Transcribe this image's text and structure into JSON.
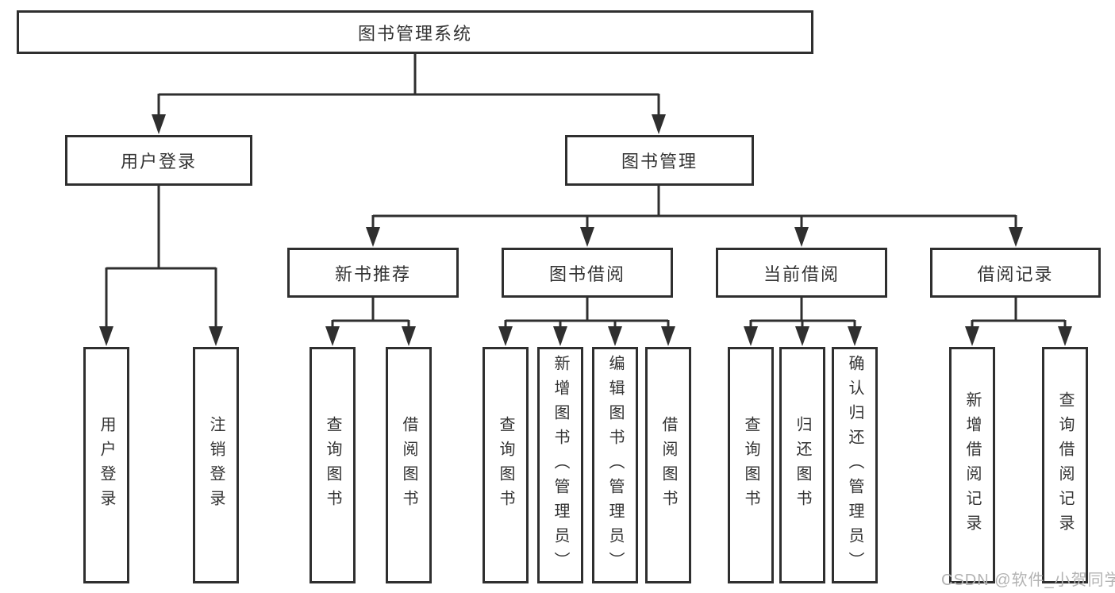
{
  "diagram": {
    "root": {
      "label": "图书管理系统",
      "children": [
        {
          "label": "用户登录",
          "children": [
            {
              "label": "用户登录"
            },
            {
              "label": "注销登录"
            }
          ]
        },
        {
          "label": "图书管理",
          "children": [
            {
              "label": "新书推荐",
              "children": [
                {
                  "label": "查询图书"
                },
                {
                  "label": "借阅图书"
                }
              ]
            },
            {
              "label": "图书借阅",
              "children": [
                {
                  "label": "查询图书"
                },
                {
                  "label": "新增图书（管理员）"
                },
                {
                  "label": "编辑图书（管理员）"
                },
                {
                  "label": "借阅图书"
                }
              ]
            },
            {
              "label": "当前借阅",
              "children": [
                {
                  "label": "查询图书"
                },
                {
                  "label": "归还图书"
                },
                {
                  "label": "确认归还（管理员）"
                }
              ]
            },
            {
              "label": "借阅记录",
              "children": [
                {
                  "label": "新增借阅记录"
                },
                {
                  "label": "查询借阅记录"
                }
              ]
            }
          ]
        }
      ]
    }
  },
  "watermark": {
    "text": "CSDN @软件_小贺同学"
  },
  "colors": {
    "line": "#2f2f2f",
    "text": "#333333",
    "watermark": "#b3b3b3",
    "background": "#ffffff"
  }
}
